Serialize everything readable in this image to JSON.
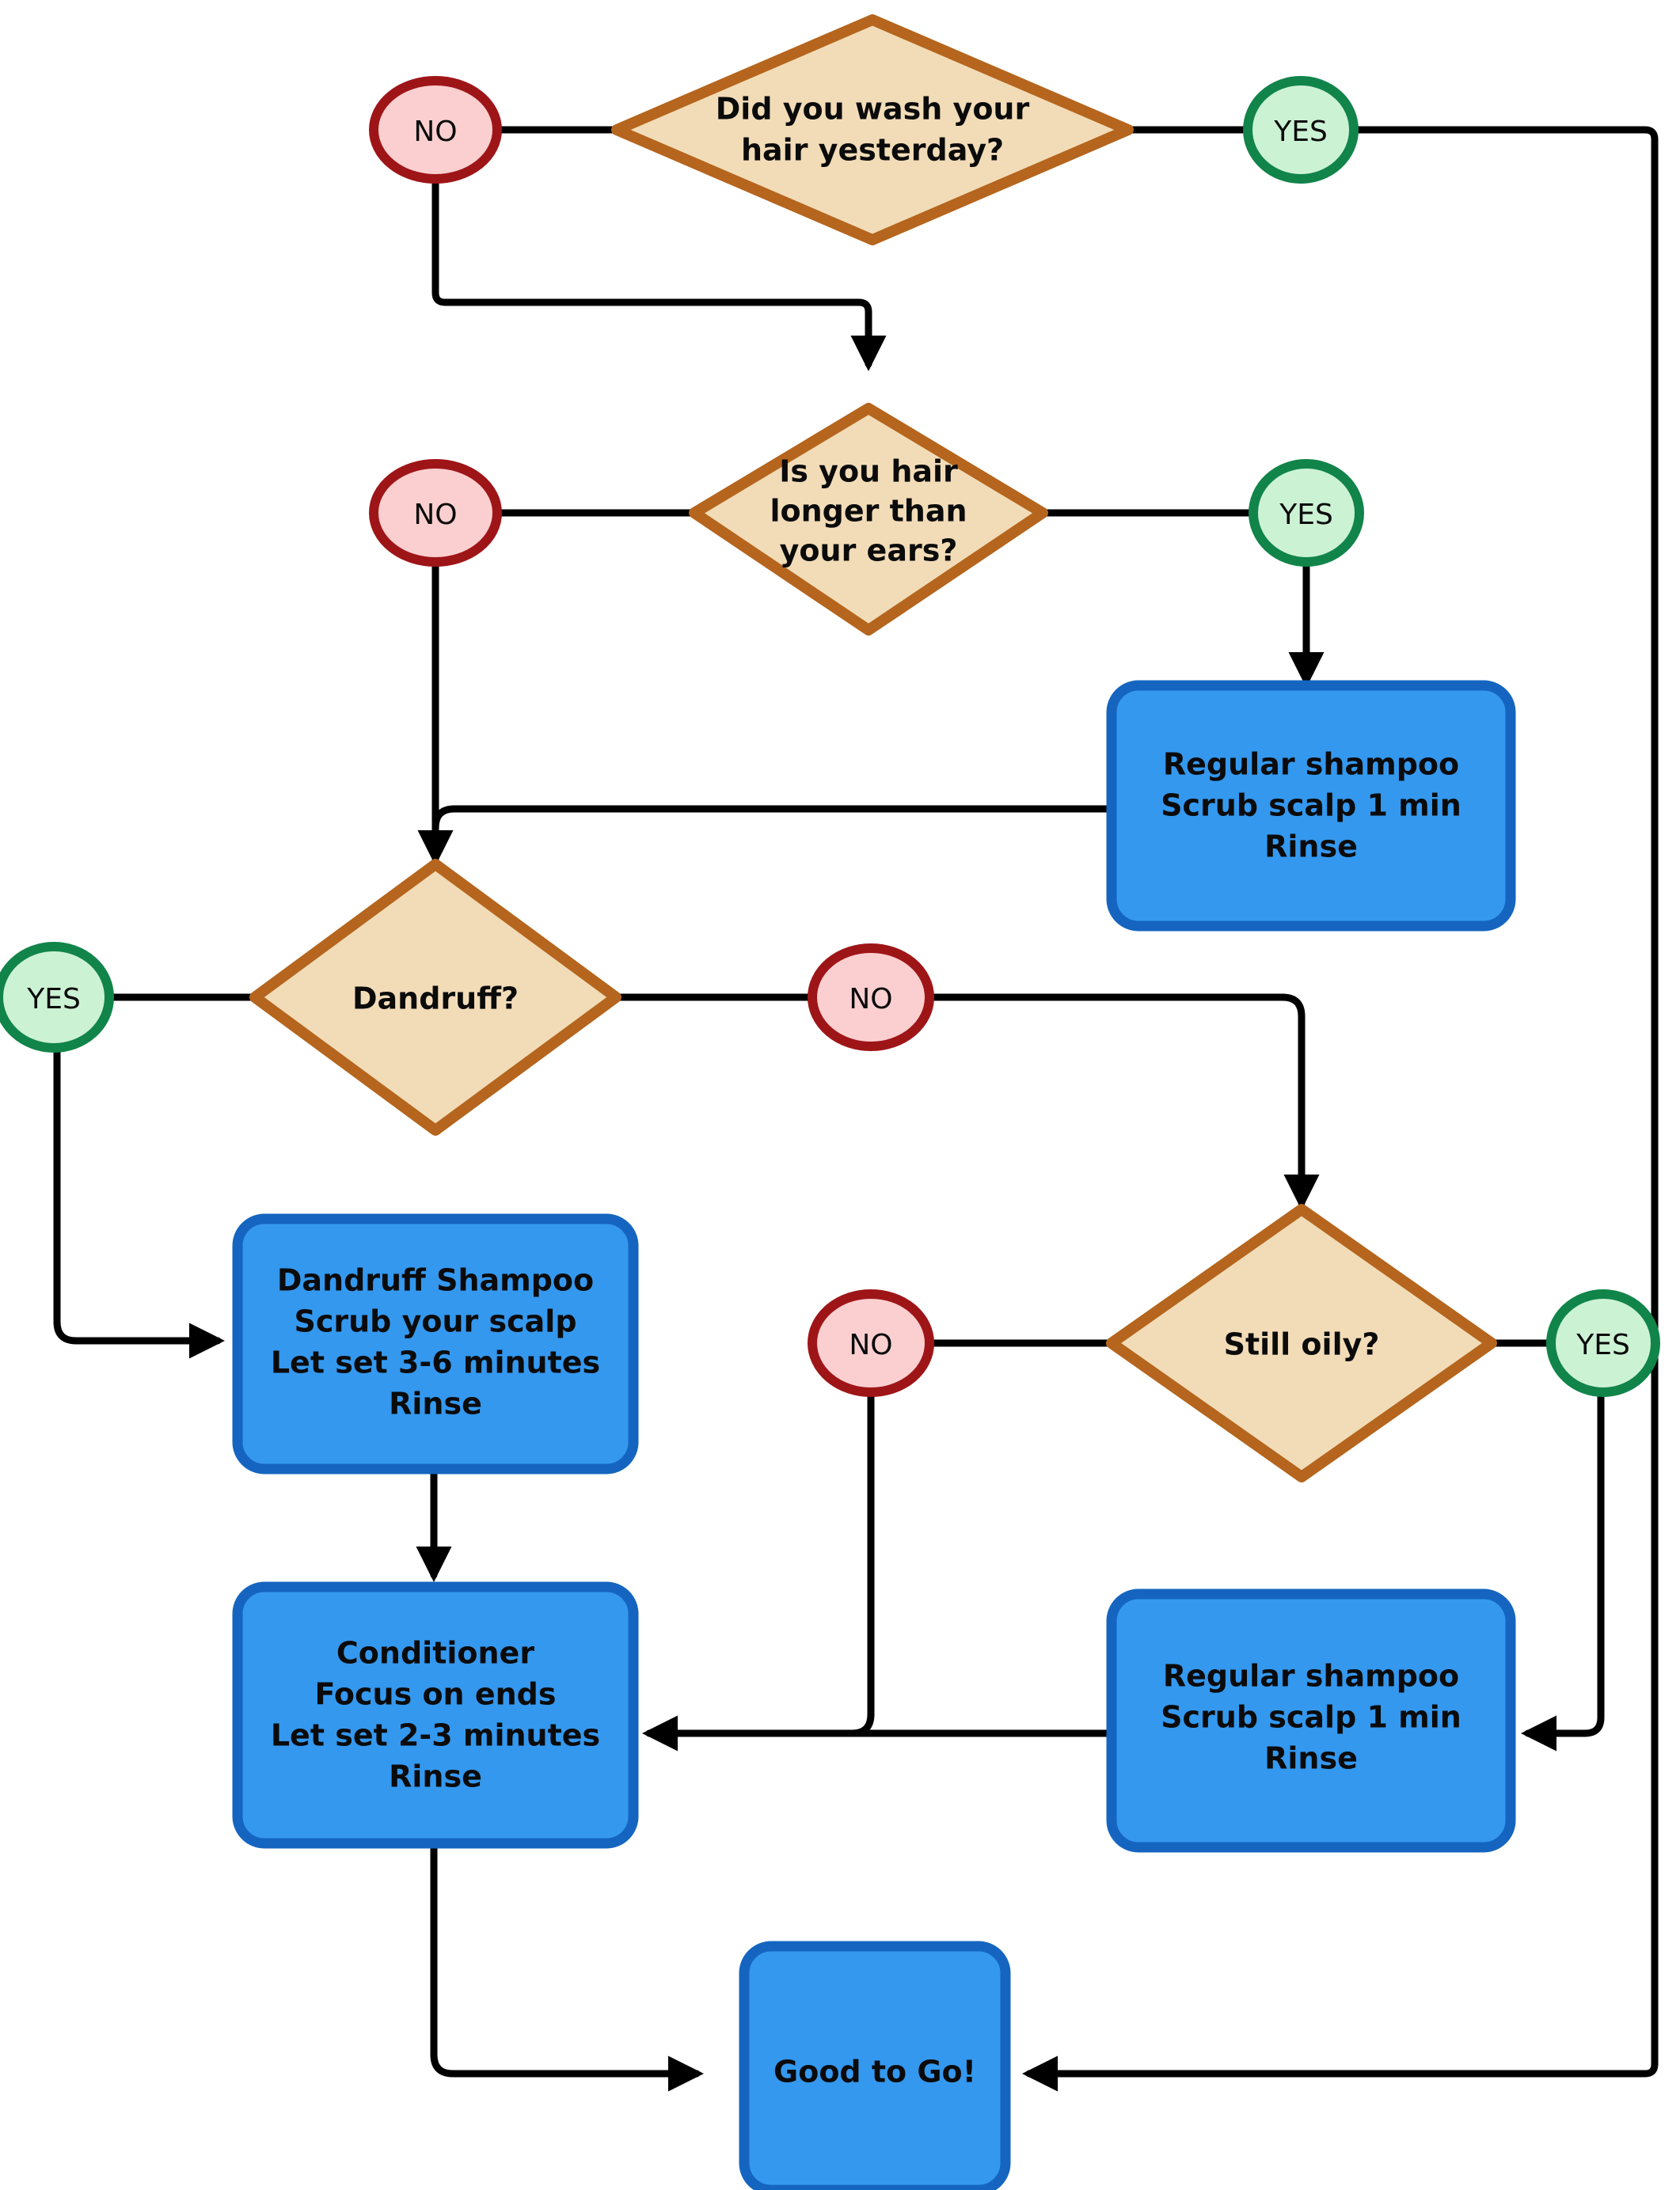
{
  "diagram": {
    "title": "Hair washing decision flowchart",
    "type": "flowchart",
    "background": "#ffffff",
    "palette": {
      "decision_fill": "#F2DCB8",
      "decision_stroke": "#B5651D",
      "process_fill": "#3498EF",
      "process_stroke": "#1565C0",
      "yes_fill": "#CCF2D4",
      "yes_stroke": "#11844A",
      "no_fill": "#FBCFD0",
      "no_stroke": "#9E1518",
      "edge_stroke": "#000000"
    }
  },
  "nodes": {
    "q_wash_yesterday": {
      "shape": "diamond",
      "lines": [
        "Did you wash your",
        "hair yesterday?"
      ]
    },
    "no_1": {
      "shape": "ellipse",
      "label": "NO"
    },
    "yes_1": {
      "shape": "ellipse",
      "label": "YES"
    },
    "q_hair_longer": {
      "shape": "diamond",
      "lines": [
        "Is you hair",
        "longer than",
        "your ears?"
      ]
    },
    "no_2": {
      "shape": "ellipse",
      "label": "NO"
    },
    "yes_2": {
      "shape": "ellipse",
      "label": "YES"
    },
    "p_regular_shampoo_top": {
      "shape": "process",
      "lines": [
        "Regular shampoo",
        "Scrub scalp 1 min",
        "Rinse"
      ]
    },
    "q_dandruff": {
      "shape": "diamond",
      "lines": [
        "Dandruff?"
      ]
    },
    "yes_3": {
      "shape": "ellipse",
      "label": "YES"
    },
    "no_3": {
      "shape": "ellipse",
      "label": "NO"
    },
    "p_dandruff_shampoo": {
      "shape": "process",
      "lines": [
        "Dandruff Shampoo",
        "Scrub your scalp",
        "Let set 3-6 minutes",
        "Rinse"
      ]
    },
    "q_still_oily": {
      "shape": "diamond",
      "lines": [
        "Still oily?"
      ]
    },
    "no_4": {
      "shape": "ellipse",
      "label": "NO"
    },
    "yes_4": {
      "shape": "ellipse",
      "label": "YES"
    },
    "p_regular_shampoo_bottom": {
      "shape": "process",
      "lines": [
        "Regular shampoo",
        "Scrub scalp 1 min",
        "Rinse"
      ]
    },
    "p_conditioner": {
      "shape": "process",
      "lines": [
        "Conditioner",
        "Focus on ends",
        "Let set 2-3 minutes",
        "Rinse"
      ]
    },
    "p_good_to_go": {
      "shape": "process",
      "lines": [
        "Good to Go!"
      ]
    }
  },
  "edges": [
    {
      "from": "no_1",
      "to": "q_wash_yesterday",
      "label": ""
    },
    {
      "from": "q_wash_yesterday",
      "to": "yes_1",
      "label": ""
    },
    {
      "from": "no_1",
      "to": "q_hair_longer",
      "label": ""
    },
    {
      "from": "yes_1",
      "to": "p_good_to_go",
      "label": ""
    },
    {
      "from": "no_2",
      "to": "q_hair_longer",
      "label": ""
    },
    {
      "from": "q_hair_longer",
      "to": "yes_2",
      "label": ""
    },
    {
      "from": "yes_2",
      "to": "p_regular_shampoo_top",
      "label": ""
    },
    {
      "from": "no_2",
      "to": "q_dandruff",
      "label": ""
    },
    {
      "from": "p_regular_shampoo_top",
      "to": "q_dandruff",
      "label": ""
    },
    {
      "from": "yes_3",
      "to": "q_dandruff",
      "label": ""
    },
    {
      "from": "q_dandruff",
      "to": "no_3",
      "label": ""
    },
    {
      "from": "yes_3",
      "to": "p_dandruff_shampoo",
      "label": ""
    },
    {
      "from": "no_3",
      "to": "q_still_oily",
      "label": ""
    },
    {
      "from": "p_dandruff_shampoo",
      "to": "p_conditioner",
      "label": ""
    },
    {
      "from": "no_4",
      "to": "q_still_oily",
      "label": ""
    },
    {
      "from": "q_still_oily",
      "to": "yes_4",
      "label": ""
    },
    {
      "from": "yes_4",
      "to": "p_regular_shampoo_bottom",
      "label": ""
    },
    {
      "from": "no_4",
      "to": "p_conditioner",
      "label": ""
    },
    {
      "from": "p_regular_shampoo_bottom",
      "to": "p_conditioner",
      "label": ""
    },
    {
      "from": "p_conditioner",
      "to": "p_good_to_go",
      "label": ""
    }
  ]
}
